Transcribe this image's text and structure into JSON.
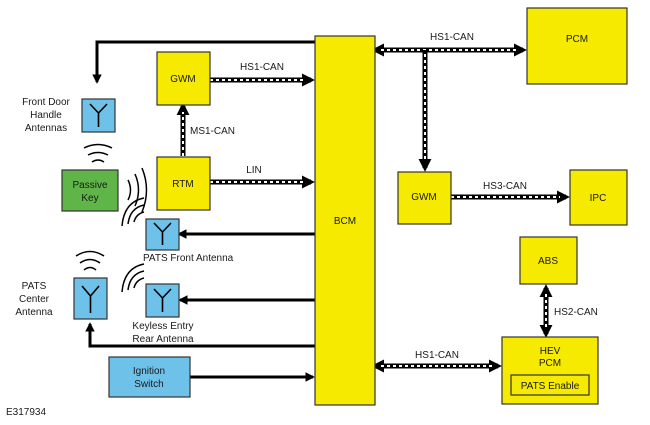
{
  "figure_id": "E317934",
  "colors": {
    "module": "#f6ea00",
    "antenna": "#6ec1e9",
    "key": "#5fb548",
    "line": "#000000"
  },
  "modules": {
    "bcm": "BCM",
    "pcm": "PCM",
    "gwm_left": "GWM",
    "gwm_right": "GWM",
    "rtm": "RTM",
    "ipc": "IPC",
    "abs": "ABS",
    "hev_pcm_line1": "HEV",
    "hev_pcm_line2": "PCM",
    "pats_enable": "PATS Enable"
  },
  "components": {
    "passive_key_line1": "Passive",
    "passive_key_line2": "Key",
    "ignition_line1": "Ignition",
    "ignition_line2": "Switch"
  },
  "labels": {
    "front_door_line1": "Front Door",
    "front_door_line2": "Handle",
    "front_door_line3": "Antennas",
    "pats_front": "PATS Front Antenna",
    "pats_center_line1": "PATS",
    "pats_center_line2": "Center",
    "pats_center_line3": "Antenna",
    "keyless_line1": "Keyless Entry",
    "keyless_line2": "Rear Antenna"
  },
  "buses": {
    "hs1_can_gwm": "HS1-CAN",
    "hs1_can_pcm": "HS1-CAN",
    "hs3_can": "HS3-CAN",
    "ms1_can": "MS1-CAN",
    "lin": "LIN",
    "hs2_can": "HS2-CAN",
    "hs1_can_hev": "HS1-CAN"
  },
  "icons": {
    "antenna": "antenna-icon",
    "signal": "signal-waves-icon"
  }
}
